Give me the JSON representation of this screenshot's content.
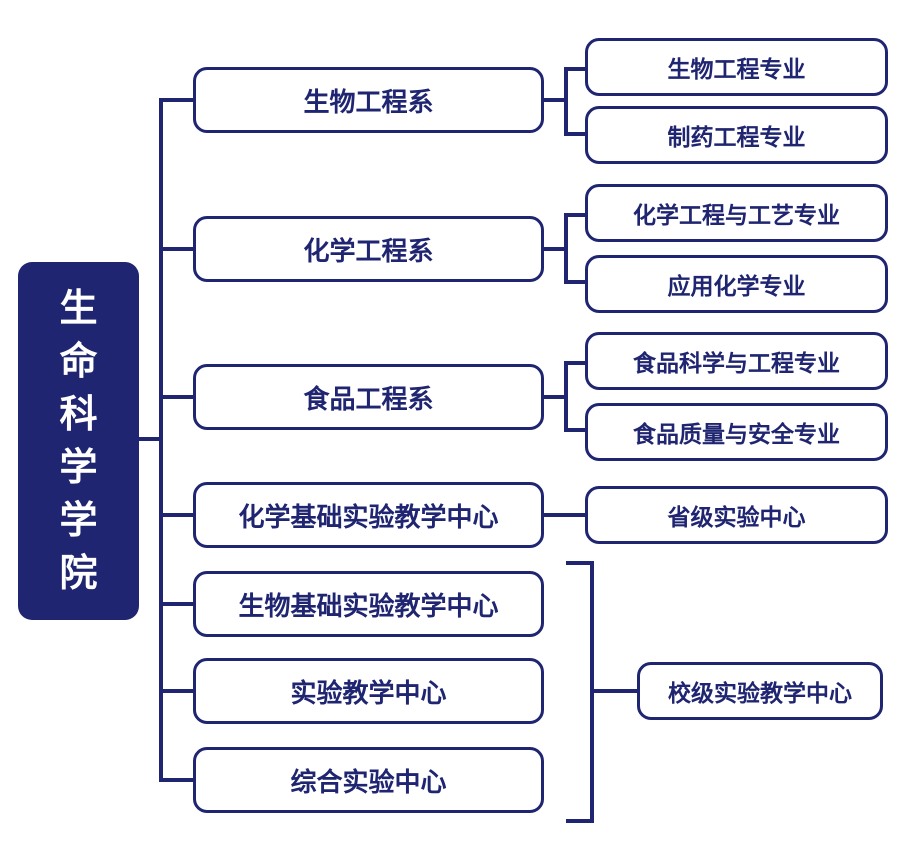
{
  "root": {
    "label": "生命科学学院"
  },
  "departments": [
    {
      "label": "生物工程系",
      "majors": [
        "生物工程专业",
        "制药工程专业"
      ]
    },
    {
      "label": "化学工程系",
      "majors": [
        "化学工程与工艺专业",
        "应用化学专业"
      ]
    },
    {
      "label": "食品工程系",
      "majors": [
        "食品科学与工程专业",
        "食品质量与安全专业"
      ]
    }
  ],
  "centers": [
    {
      "label": "化学基础实验教学中心",
      "level": "省级实验中心"
    },
    {
      "label": "生物基础实验教学中心"
    },
    {
      "label": "实验教学中心"
    },
    {
      "label": "综合实验中心"
    }
  ],
  "school_level": {
    "label": "校级实验教学中心"
  },
  "colors": {
    "primary": "#1f2570",
    "background": "#ffffff"
  }
}
